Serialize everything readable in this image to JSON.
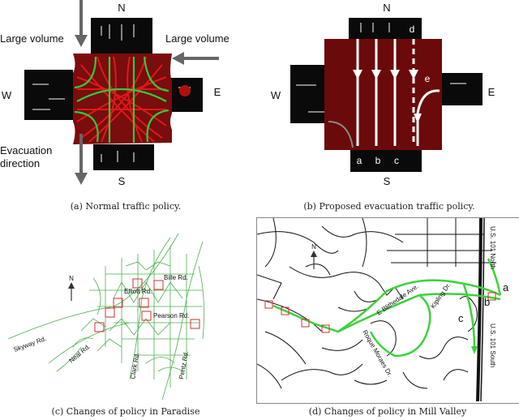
{
  "figure": {
    "panel_a": {
      "caption": "(a) Normal traffic policy.",
      "dir_n": "N",
      "dir_s": "S",
      "dir_w": "W",
      "dir_e": "E",
      "large_volume_left": "Large volume",
      "large_volume_right": "Large volume",
      "evacuation_line1": "Evacuation",
      "evacuation_line2": "direction",
      "colors": {
        "road": "#0a0a0a",
        "intersection": "#7a0d0d",
        "normal_paths": "#2ecc40",
        "conflict_paths": "#e01818",
        "arrow": "#666666"
      }
    },
    "panel_b": {
      "caption": "(b) Proposed evacuation traffic policy.",
      "dir_n": "N",
      "dir_s": "S",
      "dir_w": "W",
      "dir_e": "E",
      "lane_a": "a",
      "lane_b": "b",
      "lane_c": "c",
      "lane_d": "d",
      "lane_e": "e",
      "colors": {
        "road": "#0a0a0a",
        "intersection": "#6b0a0a",
        "lane_arrows": "#ffffff"
      }
    },
    "panel_c": {
      "caption": "(c) Changes of policy in Paradise",
      "north": "N",
      "roads": [
        "Bille Rd.",
        "Elliott Rd.",
        "Pearson Rd.",
        "Skyway Rd.",
        "Neal Rd.",
        "Clark Rd.",
        "Pentz Rd."
      ],
      "colors": {
        "streets": "#4caf50",
        "intersections": "#d32f2f"
      }
    },
    "panel_d": {
      "caption": "(d) Changes of policy in Mill Valley",
      "north": "N",
      "roads": [
        "E Blithedale Ave.",
        "Kipling Dr.",
        "Roque Moraes Dr.",
        "U.S. 101 North",
        "U.S. 101 South"
      ],
      "labels": [
        "a",
        "b",
        "c"
      ],
      "colors": {
        "streets": "#111111",
        "route": "#39d339",
        "intersections": "#d32f2f"
      }
    }
  }
}
